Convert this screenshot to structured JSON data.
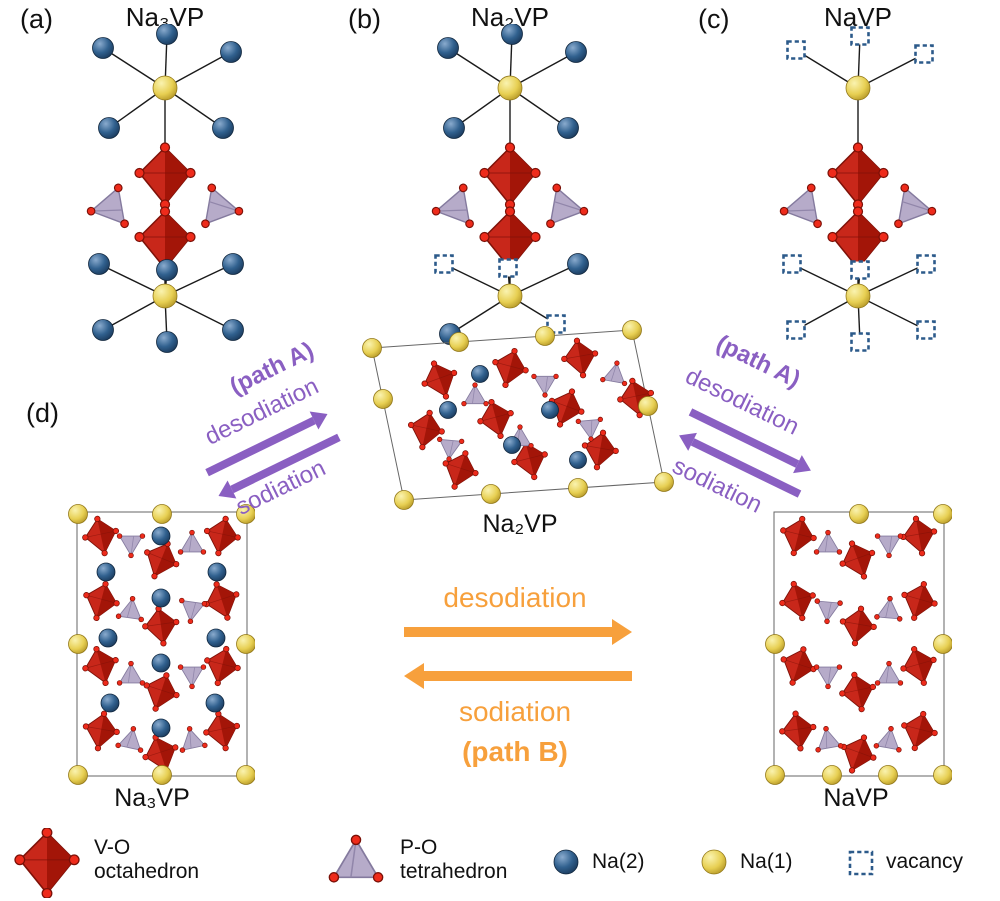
{
  "figure": {
    "panel_a": {
      "label": "(a)",
      "title": "Na₃VP"
    },
    "panel_b": {
      "label": "(b)",
      "title": "Na₂VP"
    },
    "panel_c": {
      "label": "(c)",
      "title": "NaVP"
    },
    "panel_d": {
      "label": "(d)"
    },
    "cell_center_caption": "Na₂VP",
    "cell_left_caption": "Na₃VP",
    "cell_right_caption": "NaVP"
  },
  "path_a_left": {
    "name": "(path A)",
    "desodiation": "desodiation",
    "sodiation": "sodiation"
  },
  "path_a_right": {
    "name": "(path A)",
    "desodiation": "desodiation",
    "sodiation": "sodiation"
  },
  "path_b": {
    "desodiation": "desodiation",
    "sodiation": "sodiation",
    "name": "(path B)"
  },
  "legend": {
    "octahedron_line1": "V-O",
    "octahedron_line2": "octahedron",
    "tetrahedron_line1": "P-O",
    "tetrahedron_line2": "tetrahedron",
    "na2_label": "Na(2)",
    "na1_label": "Na(1)",
    "vacancy_label": "vacancy"
  },
  "colors": {
    "octahedron_red": "#c8271a",
    "octahedron_dark_red": "#a31508",
    "tetrahedron_lavender": "#b6abc9",
    "oxygen_red": "#ee2b1b",
    "na1_yellow": "#e7cf52",
    "na2_blue": "#31618f",
    "vacancy_outline_blue": "#2c5a8a",
    "path_a_purple": "#8a5fc2",
    "path_b_orange": "#f7a03c"
  }
}
